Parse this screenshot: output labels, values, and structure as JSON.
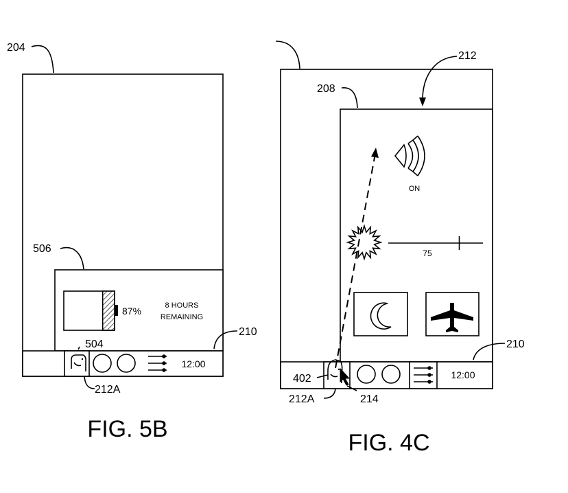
{
  "fig5b": {
    "caption": "FIG. 5B",
    "ref_device": "204",
    "ref_popup": "506",
    "ref_taskbar": "210",
    "ref_icon": "504",
    "ref_app": "212A",
    "battery_percent_text": "87%",
    "battery_level": 0.87,
    "remaining_line1": "8 HOURS",
    "remaining_line2": "REMAINING",
    "clock": "12:00"
  },
  "fig4c": {
    "caption": "FIG. 4C",
    "ref_panel": "212",
    "ref_panel_box": "208",
    "ref_taskbar": "210",
    "ref_icon": "402",
    "ref_app": "212A",
    "ref_cursor": "214",
    "wifi_status": "ON",
    "brightness_value": "75",
    "brightness_level": 0.75,
    "clock": "12:00"
  },
  "icons": {
    "user_icon": "person-outline-icon",
    "wifi": "wifi-icon",
    "brightness": "sun-icon",
    "night_mode": "moon-icon",
    "airplane_mode": "airplane-icon",
    "settings": "sliders-icon",
    "battery": "battery-icon"
  }
}
